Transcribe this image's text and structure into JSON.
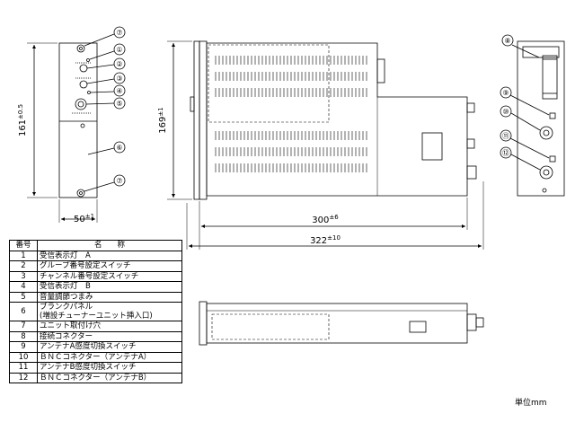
{
  "dimensions": {
    "front_height": "161",
    "front_height_tol": "±0.5",
    "front_width": "50",
    "front_width_tol": "±1",
    "body_height": "169",
    "body_height_tol": "±1",
    "body_depth": "300",
    "body_depth_tol": "±6",
    "total_depth": "322",
    "total_depth_tol": "±10"
  },
  "callouts": [
    "⑦",
    "①",
    "②",
    "③",
    "④",
    "⑤",
    "⑥",
    "⑦",
    "⑧",
    "⑨",
    "⑩",
    "⑪",
    "⑫"
  ],
  "table": {
    "headers": [
      "番号",
      "名　　称"
    ],
    "rows": [
      {
        "no": "1",
        "name": "受信表示灯　A"
      },
      {
        "no": "2",
        "name": "グループ番号設定スイッチ"
      },
      {
        "no": "3",
        "name": "チャンネル番号設定スイッチ"
      },
      {
        "no": "4",
        "name": "受信表示灯　B"
      },
      {
        "no": "5",
        "name": "音量調節つまみ"
      },
      {
        "no": "6",
        "name": "ブランクパネル",
        "name2": "(増設チューナーユニット挿入口)"
      },
      {
        "no": "7",
        "name": "ユニット取付け穴"
      },
      {
        "no": "8",
        "name": "接続コネクター"
      },
      {
        "no": "9",
        "name": "アンテナA感度切換スイッチ"
      },
      {
        "no": "10",
        "name": "ＢＮＣコネクター（アンテナA）"
      },
      {
        "no": "11",
        "name": "アンテナB感度切換スイッチ"
      },
      {
        "no": "12",
        "name": "ＢＮＣコネクター（アンテナB）"
      }
    ]
  },
  "unit_label": "単位mm"
}
